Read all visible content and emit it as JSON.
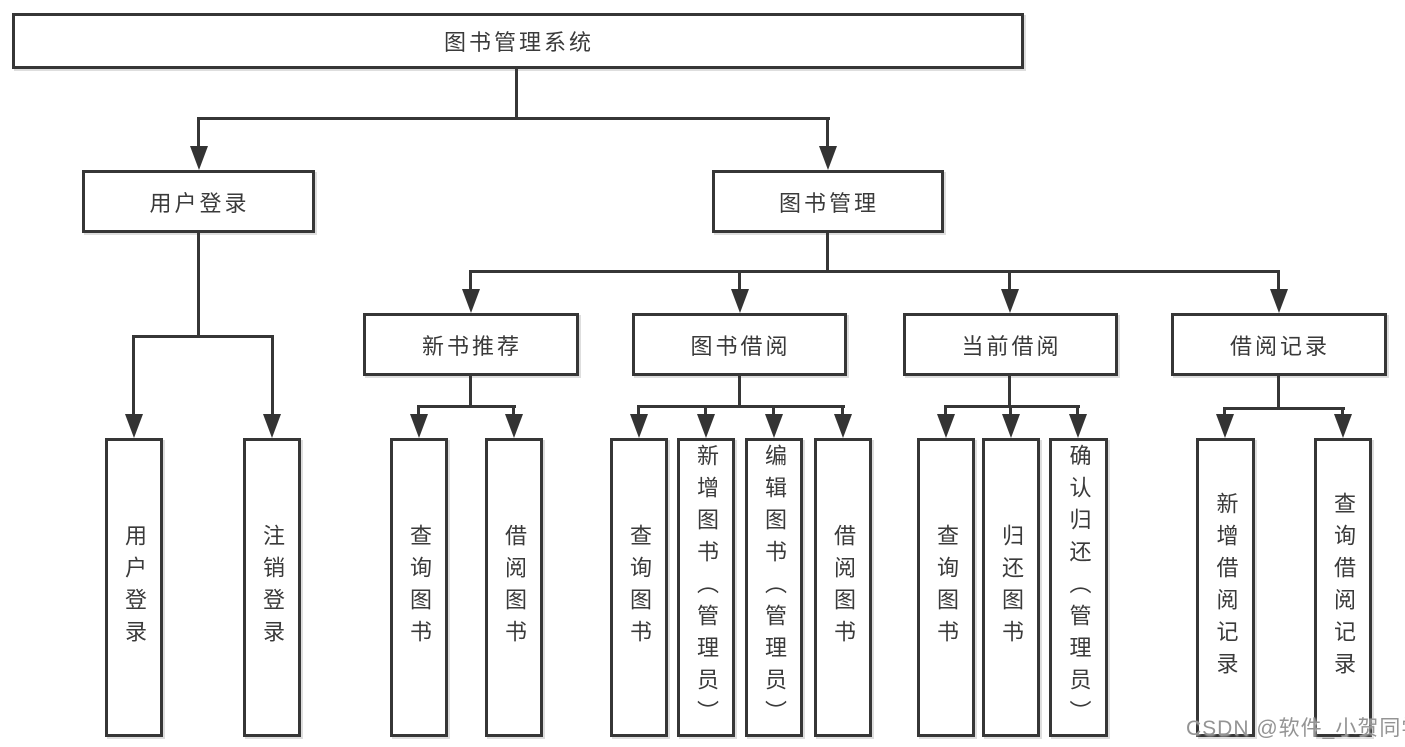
{
  "diagram_title": "图书管理系统",
  "level2": [
    {
      "label": "用户登录"
    },
    {
      "label": "图书管理"
    }
  ],
  "level3": [
    {
      "label": "新书推荐",
      "parent": "图书管理"
    },
    {
      "label": "图书借阅",
      "parent": "图书管理"
    },
    {
      "label": "当前借阅",
      "parent": "图书管理"
    },
    {
      "label": "借阅记录",
      "parent": "图书管理"
    }
  ],
  "leaves": [
    {
      "label": "用户登录",
      "parent": "用户登录"
    },
    {
      "label": "注销登录",
      "parent": "用户登录"
    },
    {
      "label": "查询图书",
      "parent": "新书推荐"
    },
    {
      "label": "借阅图书",
      "parent": "新书推荐"
    },
    {
      "label": "查询图书",
      "parent": "图书借阅"
    },
    {
      "label": "新增图书（管理员）",
      "parent": "图书借阅"
    },
    {
      "label": "编辑图书（管理员）",
      "parent": "图书借阅"
    },
    {
      "label": "借阅图书",
      "parent": "图书借阅"
    },
    {
      "label": "查询图书",
      "parent": "当前借阅"
    },
    {
      "label": "归还图书",
      "parent": "当前借阅"
    },
    {
      "label": "确认归还（管理员）",
      "parent": "当前借阅"
    },
    {
      "label": "新增借阅记录",
      "parent": "借阅记录"
    },
    {
      "label": "查询借阅记录",
      "parent": "借阅记录"
    }
  ],
  "watermark": "CSDN @软件_小贺同学",
  "colors": {
    "line": "#363636",
    "text": "#3a3a3a",
    "watermark": "#949494",
    "background": "#ffffff"
  }
}
